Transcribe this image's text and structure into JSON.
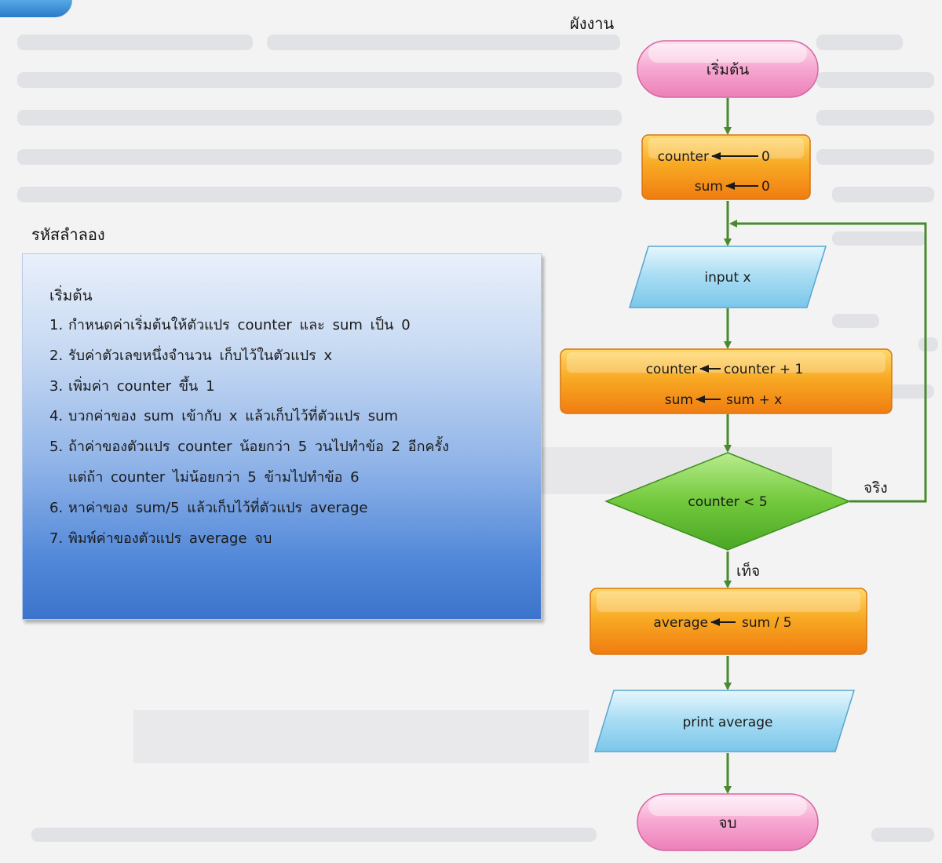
{
  "pseudocode": {
    "heading": "รหัสลำลอง",
    "title": "เริ่มต้น",
    "steps": [
      {
        "num": "1.",
        "text": "กำหนดค่าเริ่มต้นให้ตัวแปร counter และ sum เป็น 0"
      },
      {
        "num": "2.",
        "text": "รับค่าตัวเลขหนึ่งจำนวน เก็บไว้ในตัวแปร x"
      },
      {
        "num": "3.",
        "text": "เพิ่มค่า counter ขึ้น 1"
      },
      {
        "num": "4.",
        "text": "บวกค่าของ sum เข้ากับ x แล้วเก็บไว้ที่ตัวแปร sum"
      },
      {
        "num": "5.",
        "text": "ถ้าค่าของตัวแปร counter น้อยกว่า 5 วนไปทำข้อ 2 อีกครั้ง",
        "cont": "แต่ถ้า counter ไม่น้อยกว่า 5 ข้ามไปทำข้อ 6"
      },
      {
        "num": "6.",
        "text": "หาค่าของ sum/5 แล้วเก็บไว้ที่ตัวแปร average"
      },
      {
        "num": "7.",
        "text": "พิมพ์ค่าของตัวแปร average จบ"
      }
    ]
  },
  "flowchart": {
    "heading": "ผังงาน",
    "start": "เริ่มต้น",
    "init_line1_left": "counter",
    "init_line1_right": "0",
    "init_line2_left": "sum",
    "init_line2_right": "0",
    "input": "input x",
    "update_line1_left": "counter",
    "update_line1_right": "counter + 1",
    "update_line2_left": "sum",
    "update_line2_right": "sum + x",
    "decision": "counter < 5",
    "true_label": "จริง",
    "false_label": "เท็จ",
    "avg_left": "average",
    "avg_right": "sum / 5",
    "output": "print average",
    "end": "จบ"
  },
  "colors": {
    "connector": "#4a8a2e",
    "terminal": "#f18fc3",
    "process": "#f5a21c",
    "io": "#8fd0ee",
    "decision": "#6fc53a"
  }
}
